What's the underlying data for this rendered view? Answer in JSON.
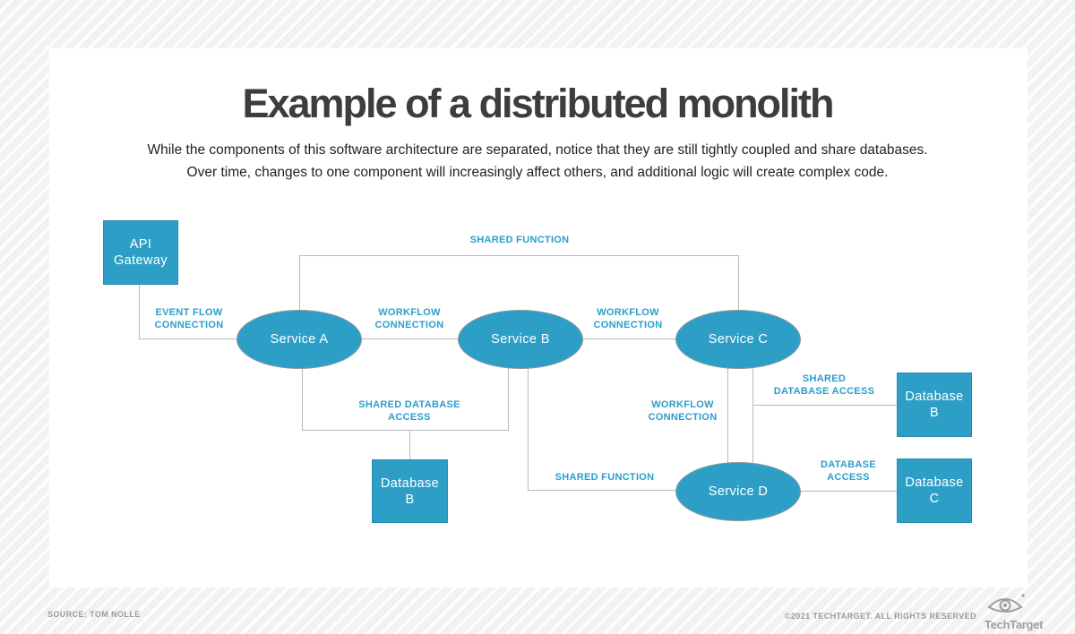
{
  "header": {
    "title": "Example of a distributed monolith",
    "subtitle_line1": "While the components of this software architecture are separated, notice that they are still tightly coupled and share databases.",
    "subtitle_line2": "Over time, changes to one component will increasingly affect others, and additional logic will create complex code."
  },
  "diagram": {
    "nodes": {
      "api_gateway": "API\nGateway",
      "service_a": "Service A",
      "service_b": "Service B",
      "service_c": "Service C",
      "service_d": "Service D",
      "database_b_left": "Database\nB",
      "database_b_right": "Database\nB",
      "database_c": "Database\nC"
    },
    "connection_labels": {
      "shared_function_top": "SHARED FUNCTION",
      "event_flow": "EVENT FLOW\nCONNECTION",
      "workflow_a_b": "WORKFLOW\nCONNECTION",
      "workflow_b_c": "WORKFLOW\nCONNECTION",
      "shared_database_left": "SHARED DATABASE\nACCESS",
      "workflow_c_d": "WORKFLOW\nCONNECTION",
      "shared_database_right": "SHARED\nDATABASE ACCESS",
      "shared_function_bottom": "SHARED FUNCTION",
      "database_access": "DATABASE\nACCESS"
    },
    "colors": {
      "node_fill": "#2d9fc7",
      "connection_label_text": "#2b9ec9",
      "connector_line": "#b9b9b9"
    }
  },
  "footer": {
    "source": "SOURCE: TOM NOLLE",
    "copyright": "©2021 TECHTARGET. ALL RIGHTS RESERVED",
    "logo": "TechTarget"
  }
}
